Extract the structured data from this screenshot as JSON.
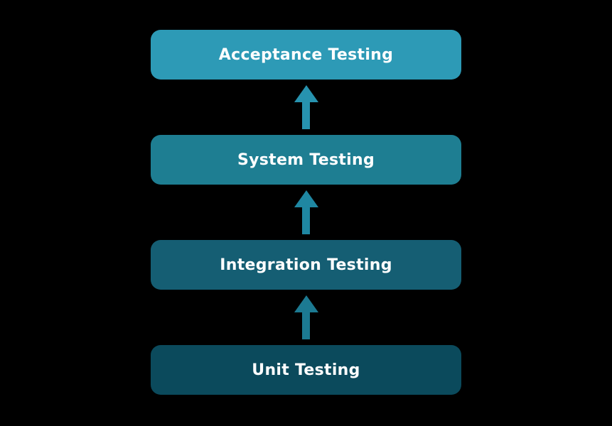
{
  "diagram": {
    "background": "#000000",
    "text_color": "#ffffff",
    "nodes": [
      {
        "label": "Acceptance Testing",
        "color": "#2d9ab6"
      },
      {
        "label": "System Testing",
        "color": "#1e7e92"
      },
      {
        "label": "Integration Testing",
        "color": "#155e73"
      },
      {
        "label": "Unit Testing",
        "color": "#0b4a5c"
      }
    ],
    "arrows": [
      {
        "direction": "up",
        "color": "#2793af"
      },
      {
        "direction": "up",
        "color": "#1f87a2"
      },
      {
        "direction": "up",
        "color": "#1c7a92"
      }
    ]
  }
}
